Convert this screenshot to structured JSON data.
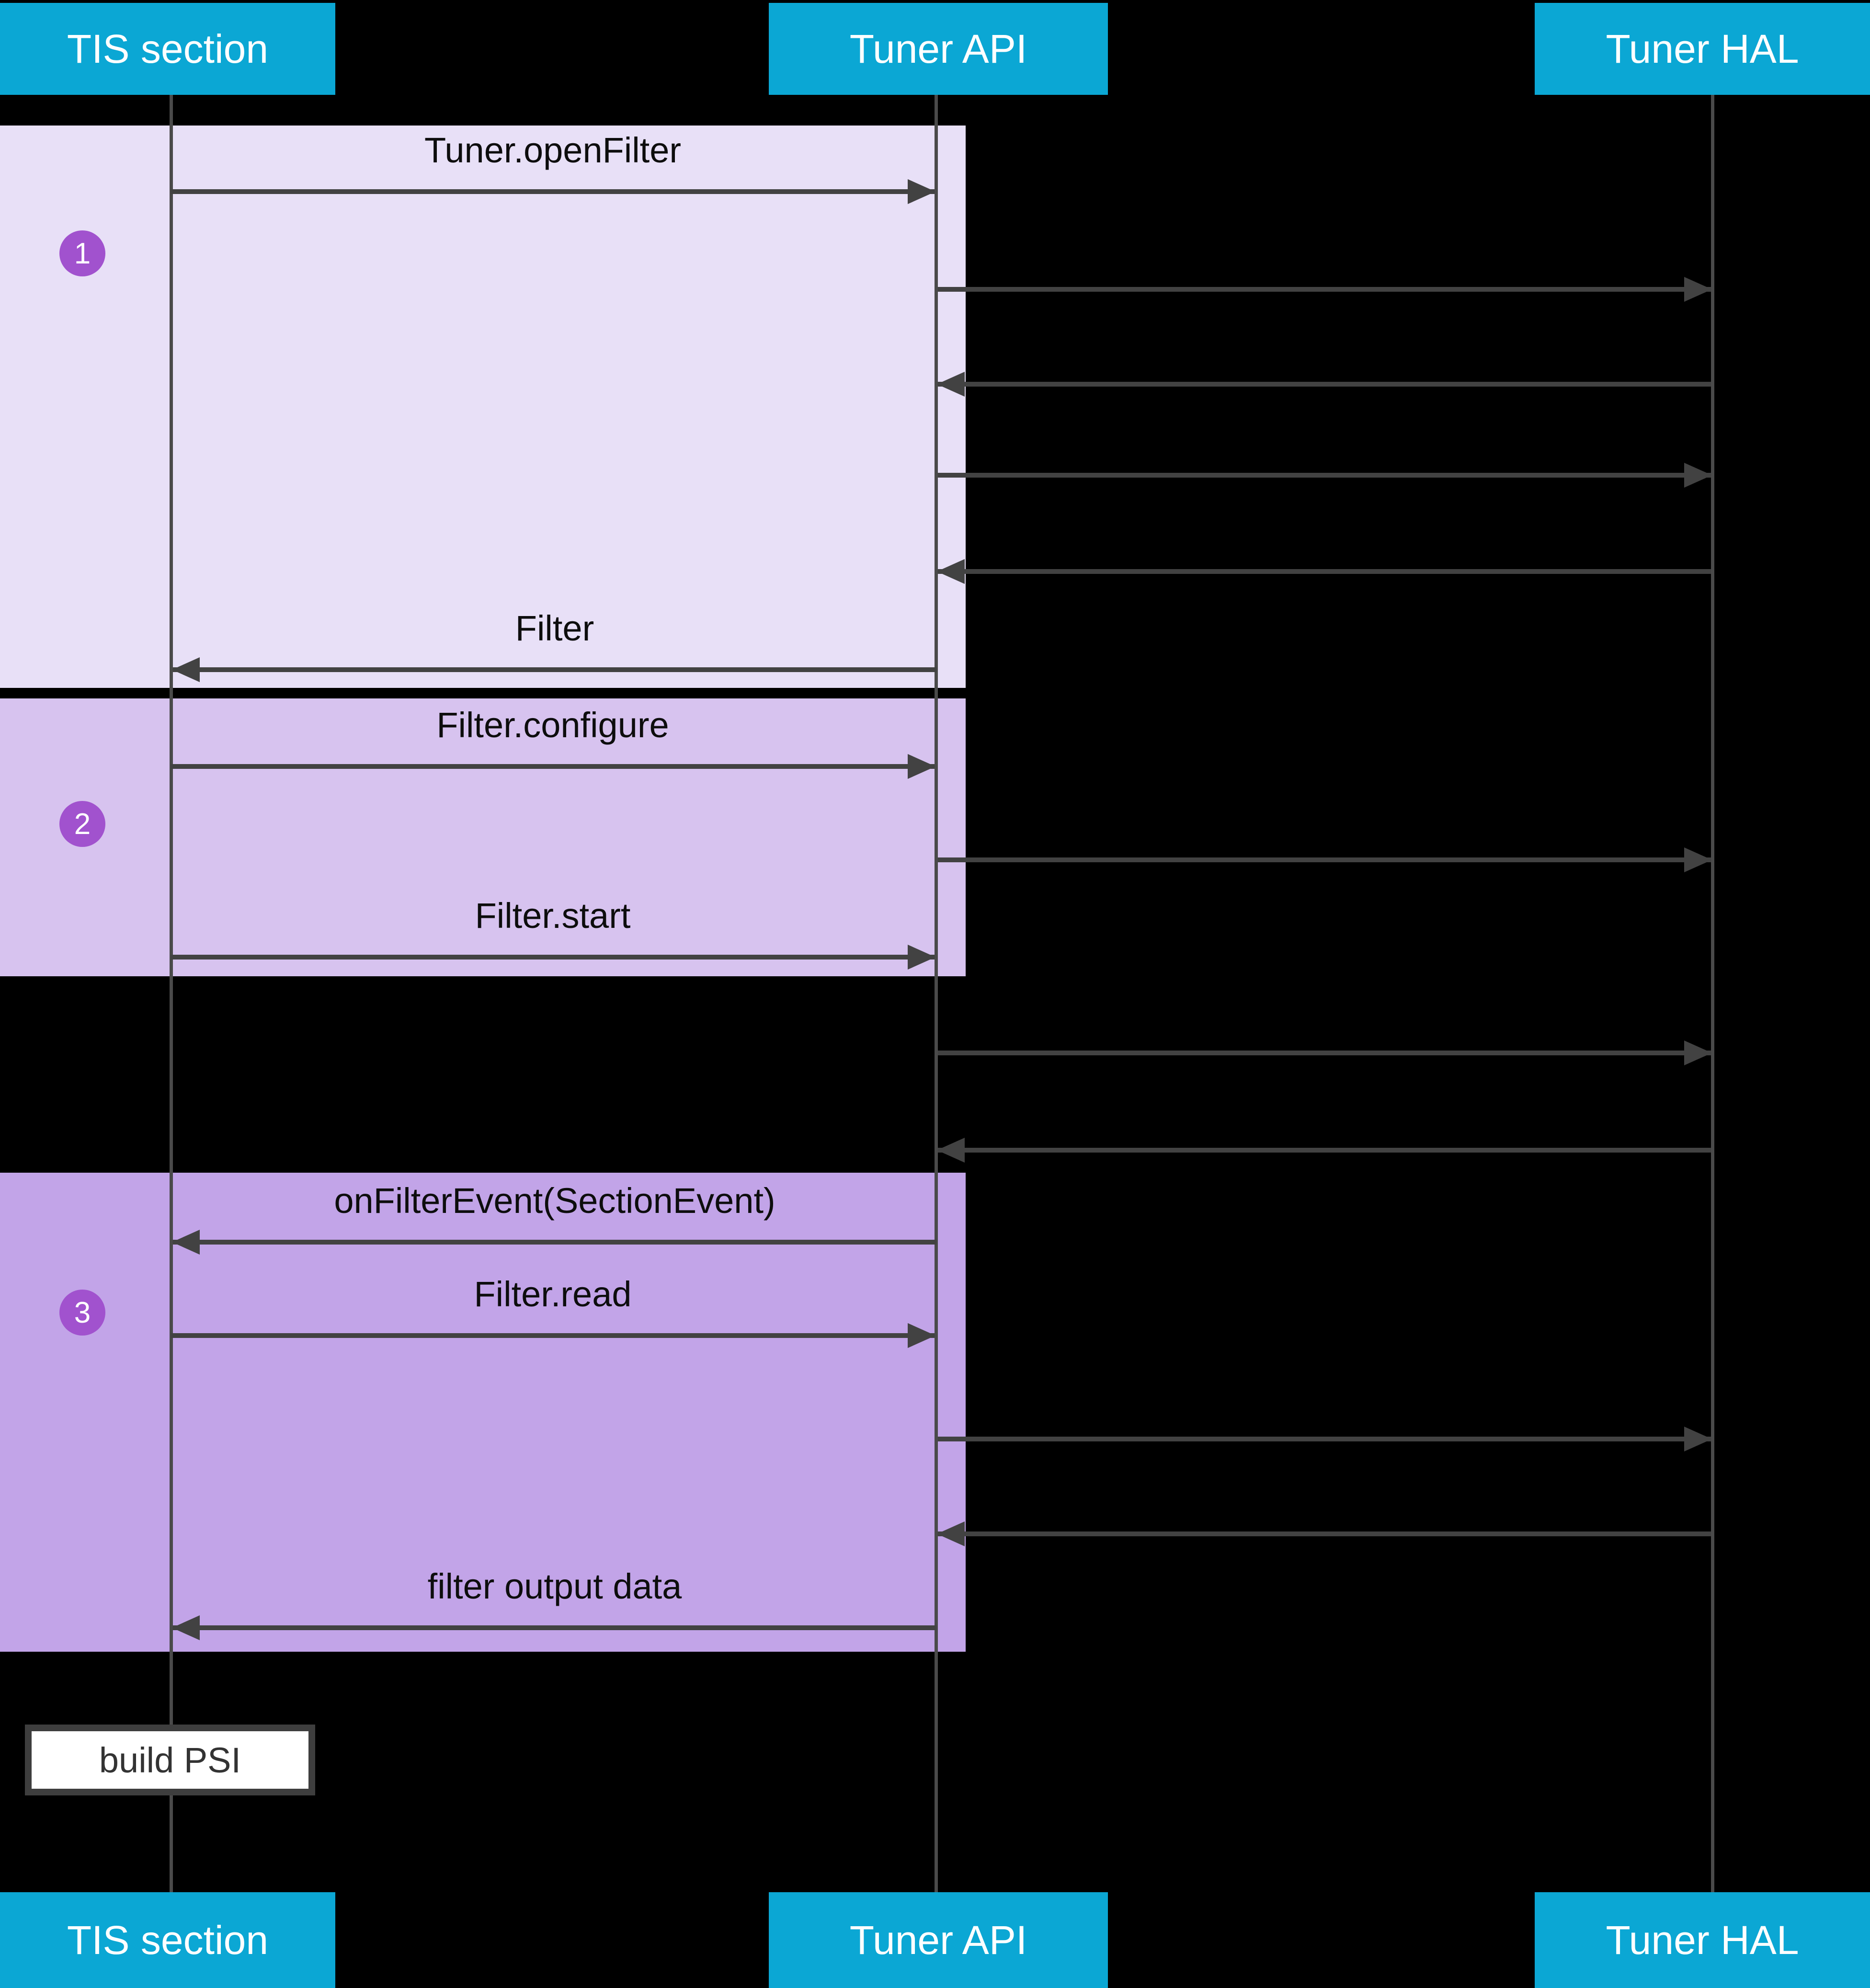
{
  "title": "Tuner filter sequence diagram",
  "colors": {
    "background": "#000000",
    "participant_fill": "#0ba7d4",
    "participant_text": "#ffffff",
    "group1_fill": "#e8e0f7",
    "group2_fill": "#d7c3ef",
    "group3_fill": "#c2a4e8",
    "step_badge_fill": "#a152ce",
    "arrow": "#424242",
    "lifeline": "#4a4a4a",
    "note_fill": "#ffffff",
    "note_border": "#3e3e3e",
    "label_text": "#0d0d0d"
  },
  "participants": [
    {
      "id": "tis-section",
      "label": "TIS section"
    },
    {
      "id": "tuner-api",
      "label": "Tuner API"
    },
    {
      "id": "tuner-hal",
      "label": "Tuner HAL"
    }
  ],
  "steps": [
    {
      "number": "1"
    },
    {
      "number": "2"
    },
    {
      "number": "3"
    }
  ],
  "messages": [
    {
      "label": "Tuner.openFilter",
      "from": "TIS section",
      "to": "Tuner API",
      "direction": "right",
      "step": "1"
    },
    {
      "label": "",
      "from": "Tuner API",
      "to": "Tuner HAL",
      "direction": "right",
      "step": "1"
    },
    {
      "label": "",
      "from": "Tuner HAL",
      "to": "Tuner API",
      "direction": "left",
      "step": "1"
    },
    {
      "label": "",
      "from": "Tuner API",
      "to": "Tuner HAL",
      "direction": "right",
      "step": "1"
    },
    {
      "label": "",
      "from": "Tuner HAL",
      "to": "Tuner API",
      "direction": "left",
      "step": "1"
    },
    {
      "label": "Filter",
      "from": "Tuner API",
      "to": "TIS section",
      "direction": "left",
      "step": "1"
    },
    {
      "label": "Filter.configure",
      "from": "TIS section",
      "to": "Tuner API",
      "direction": "right",
      "step": "2"
    },
    {
      "label": "",
      "from": "Tuner API",
      "to": "Tuner HAL",
      "direction": "right",
      "step": "2"
    },
    {
      "label": "Filter.start",
      "from": "TIS section",
      "to": "Tuner API",
      "direction": "right",
      "step": "2"
    },
    {
      "label": "",
      "from": "Tuner API",
      "to": "Tuner HAL",
      "direction": "right",
      "step": ""
    },
    {
      "label": "",
      "from": "Tuner HAL",
      "to": "Tuner API",
      "direction": "left",
      "step": ""
    },
    {
      "label": "onFilterEvent(SectionEvent)",
      "from": "Tuner API",
      "to": "TIS section",
      "direction": "left",
      "step": "3"
    },
    {
      "label": "Filter.read",
      "from": "TIS section",
      "to": "Tuner API",
      "direction": "right",
      "step": "3"
    },
    {
      "label": "",
      "from": "Tuner API",
      "to": "Tuner HAL",
      "direction": "right",
      "step": "3"
    },
    {
      "label": "",
      "from": "Tuner HAL",
      "to": "Tuner API",
      "direction": "left",
      "step": "3"
    },
    {
      "label": "filter output data",
      "from": "Tuner API",
      "to": "TIS section",
      "direction": "left",
      "step": "3"
    }
  ],
  "note": {
    "label": "build PSI"
  }
}
